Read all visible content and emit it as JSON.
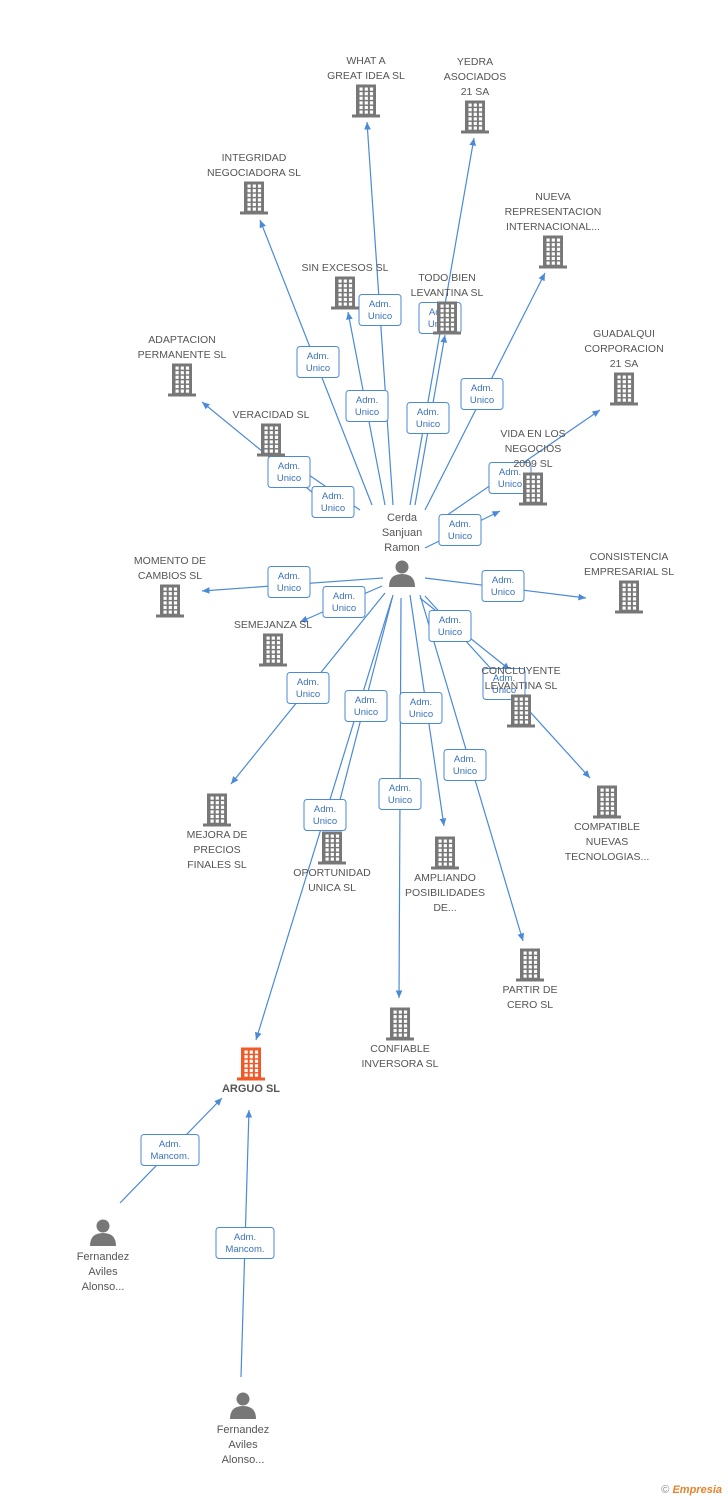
{
  "colors": {
    "company": "#777777",
    "highlight": "#f05a28",
    "edge": "#4a8ad8",
    "person": "#777777"
  },
  "nodes": [
    {
      "id": "center",
      "kind": "person",
      "label": [
        "Cerda",
        "Sanjuan",
        "Ramon"
      ]
    },
    {
      "id": "what",
      "kind": "company",
      "label": [
        "WHAT A",
        "GREAT IDEA SL"
      ]
    },
    {
      "id": "yedra",
      "kind": "company",
      "label": [
        "YEDRA",
        "ASOCIADOS",
        "21 SA"
      ]
    },
    {
      "id": "integridad",
      "kind": "company",
      "label": [
        "INTEGRIDAD",
        "NEGOCIADORA SL"
      ]
    },
    {
      "id": "nueva",
      "kind": "company",
      "label": [
        "NUEVA",
        "REPRESENTACION",
        "INTERNACIONAL..."
      ]
    },
    {
      "id": "sinexcesos",
      "kind": "company",
      "label": [
        "SIN EXCESOS SL"
      ]
    },
    {
      "id": "todobien",
      "kind": "company",
      "label": [
        "TODO BIEN",
        "LEVANTINA SL"
      ]
    },
    {
      "id": "adaptacion",
      "kind": "company",
      "label": [
        "ADAPTACION",
        "PERMANENTE SL"
      ]
    },
    {
      "id": "guadalqui",
      "kind": "company",
      "label": [
        "GUADALQUI",
        "CORPORACION",
        "21 SA"
      ]
    },
    {
      "id": "veracidad",
      "kind": "company",
      "label": [
        "VERACIDAD SL"
      ]
    },
    {
      "id": "vida",
      "kind": "company",
      "label": [
        "VIDA EN LOS",
        "NEGOCIOS",
        "2009 SL"
      ]
    },
    {
      "id": "momento",
      "kind": "company",
      "label": [
        "MOMENTO DE",
        "CAMBIOS SL"
      ]
    },
    {
      "id": "consistencia",
      "kind": "company",
      "label": [
        "CONSISTENCIA",
        "EMPRESARIAL SL"
      ]
    },
    {
      "id": "semejanza",
      "kind": "company",
      "label": [
        "SEMEJANZA SL"
      ]
    },
    {
      "id": "concluyente",
      "kind": "company",
      "label": [
        "CONCLUYENTE",
        "LEVANTINA SL"
      ]
    },
    {
      "id": "compatible",
      "kind": "company",
      "label": [
        "COMPATIBLE",
        "NUEVAS",
        "TECNOLOGIAS..."
      ]
    },
    {
      "id": "mejora",
      "kind": "company",
      "label": [
        "MEJORA DE",
        "PRECIOS",
        "FINALES SL"
      ]
    },
    {
      "id": "oportunidad",
      "kind": "company",
      "label": [
        "OPORTUNIDAD",
        "UNICA SL"
      ]
    },
    {
      "id": "ampliando",
      "kind": "company",
      "label": [
        "AMPLIANDO",
        "POSIBILIDADES",
        "DE..."
      ]
    },
    {
      "id": "partir",
      "kind": "company",
      "label": [
        "PARTIR DE",
        "CERO SL"
      ]
    },
    {
      "id": "confiable",
      "kind": "company",
      "label": [
        "CONFIABLE",
        "INVERSORA SL"
      ]
    },
    {
      "id": "arguo",
      "kind": "company-main",
      "label": [
        "ARGUO SL"
      ]
    },
    {
      "id": "fer1",
      "kind": "person",
      "label": [
        "Fernandez",
        "Aviles",
        "Alonso..."
      ]
    },
    {
      "id": "fer2",
      "kind": "person",
      "label": [
        "Fernandez",
        "Aviles",
        "Alonso..."
      ]
    }
  ],
  "edges": [
    {
      "from": "center",
      "to": "what",
      "label": [
        "Adm.",
        "Unico"
      ]
    },
    {
      "from": "center",
      "to": "yedra",
      "label": [
        "Adm.",
        "Unico"
      ]
    },
    {
      "from": "center",
      "to": "integridad",
      "label": [
        "Adm.",
        "Unico"
      ]
    },
    {
      "from": "center",
      "to": "nueva",
      "label": [
        "Adm.",
        "Unico"
      ]
    },
    {
      "from": "center",
      "to": "sinexcesos",
      "label": [
        "Adm.",
        "Unico"
      ]
    },
    {
      "from": "center",
      "to": "todobien",
      "label": [
        "Adm.",
        "Unico"
      ]
    },
    {
      "from": "center",
      "to": "adaptacion",
      "label": [
        "Adm.",
        "Unico"
      ]
    },
    {
      "from": "center",
      "to": "guadalqui",
      "label": [
        "Adm.",
        "Unico"
      ]
    },
    {
      "from": "center",
      "to": "veracidad",
      "label": [
        "Adm.",
        "Unico"
      ]
    },
    {
      "from": "center",
      "to": "vida",
      "label": [
        "Adm.",
        "Unico"
      ]
    },
    {
      "from": "center",
      "to": "momento",
      "label": [
        "Adm.",
        "Unico"
      ]
    },
    {
      "from": "center",
      "to": "consistencia",
      "label": [
        "Adm.",
        "Unico"
      ]
    },
    {
      "from": "center",
      "to": "semejanza",
      "label": [
        "Adm.",
        "Unico"
      ]
    },
    {
      "from": "center",
      "to": "concluyente",
      "label": [
        "Adm.",
        "Unico"
      ]
    },
    {
      "from": "center",
      "to": "compatible",
      "label": [
        "Adm.",
        "Unico"
      ]
    },
    {
      "from": "center",
      "to": "mejora",
      "label": [
        "Adm.",
        "Unico"
      ]
    },
    {
      "from": "center",
      "to": "oportunidad",
      "label": [
        "Adm.",
        "Unico"
      ]
    },
    {
      "from": "center",
      "to": "ampliando",
      "label": [
        "Adm.",
        "Unico"
      ]
    },
    {
      "from": "center",
      "to": "partir",
      "label": [
        "Adm.",
        "Unico"
      ]
    },
    {
      "from": "center",
      "to": "confiable",
      "label": [
        "Adm.",
        "Unico"
      ]
    },
    {
      "from": "center",
      "to": "arguo",
      "label": [
        "Adm.",
        "Unico"
      ]
    },
    {
      "from": "fer1",
      "to": "arguo",
      "label": [
        "Adm.",
        "Mancom."
      ]
    },
    {
      "from": "fer2",
      "to": "arguo",
      "label": [
        "Adm.",
        "Mancom."
      ]
    }
  ],
  "footer": {
    "copyright": "©",
    "brand": "Empresia"
  }
}
